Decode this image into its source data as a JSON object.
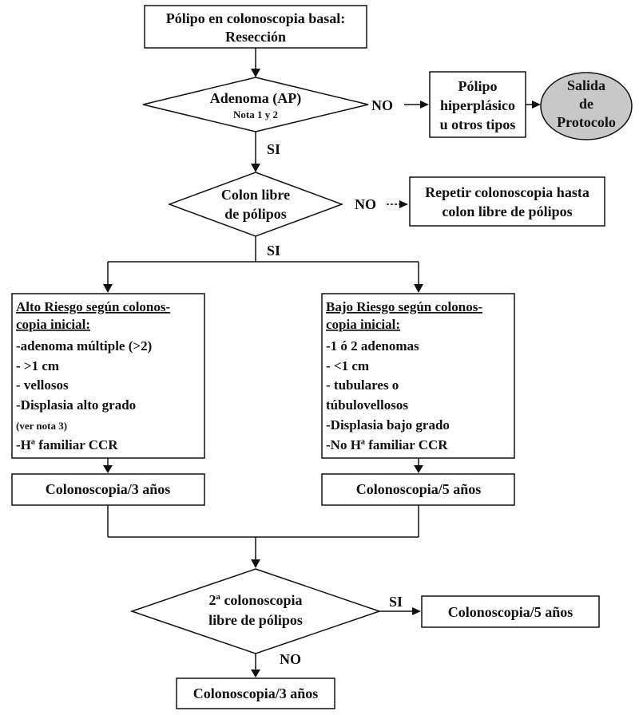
{
  "start_box": {
    "line1": "Pólipo en colonoscopia basal:",
    "line2": "Resección"
  },
  "adenoma_decision": {
    "line1": "Adenoma (AP)",
    "line2": "Nota 1 y 2"
  },
  "polyp_other_box": {
    "line1": "Pólipo",
    "line2": "hiperplásico",
    "line3": "u otros tipos"
  },
  "exit_oval": {
    "line1": "Salida",
    "line2": "de",
    "line3": "Protocolo"
  },
  "colon_free_decision": {
    "line1": "Colon libre",
    "line2": "de pólipos"
  },
  "repeat_box": {
    "line1": "Repetir colonoscopia hasta",
    "line2": "colon libre de pólipos"
  },
  "labels": {
    "no": "NO",
    "si": "SI"
  },
  "high_risk_box": {
    "title1": "Alto Riesgo según colonos-",
    "title2": "copia inicial:",
    "items": [
      "-adenoma múltiple (>2)",
      "- >1 cm",
      "- vellosos",
      "-Displasia alto grado",
      "(ver  nota 3)",
      "-Hª familiar CCR"
    ]
  },
  "low_risk_box": {
    "title1": "Bajo Riesgo según colonos-",
    "title2": "copia inicial:",
    "items": [
      "-1 ó 2 adenomas",
      "- <1 cm",
      "- tubulares o",
      "túbulovellosos",
      "-Displasia bajo grado",
      "-No Hª familiar CCR"
    ]
  },
  "followup_high": "Colonoscopia/3 años",
  "followup_low": "Colonoscopia/5 años",
  "second_decision": {
    "line1": "2ª colonoscopia",
    "line2": "libre de pólipos"
  },
  "result_yes": "Colonoscopia/5 años",
  "result_no": "Colonoscopia/3 años"
}
